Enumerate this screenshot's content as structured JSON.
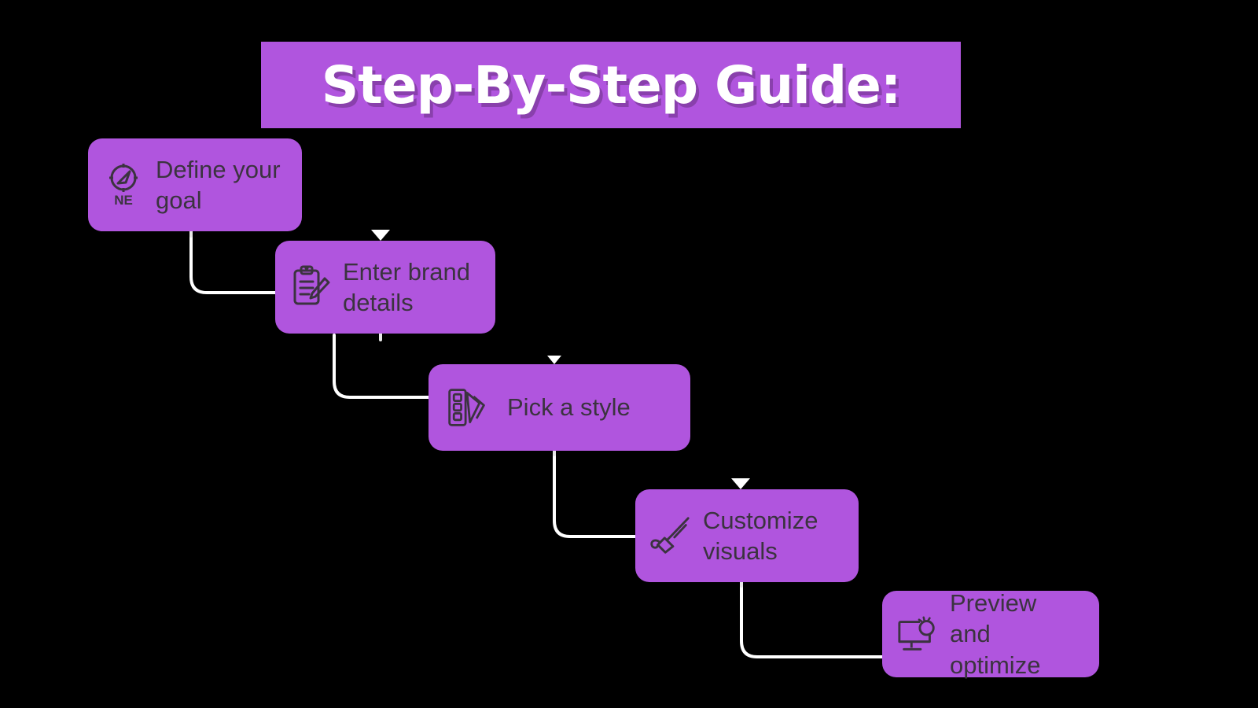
{
  "page": {
    "background_color": "#000000",
    "accent_color": "#b055de",
    "node_text_color": "#3b333f",
    "connector_color": "#ffffff"
  },
  "header": {
    "title": "Step-By-Step Guide:",
    "title_color": "#ffffff",
    "banner_color": "#b055de"
  },
  "flow": {
    "type": "stepped-flowchart",
    "direction": "down-right cascade",
    "steps": [
      {
        "index": 1,
        "label": "Define your\ngoal",
        "icon": "compass-icon",
        "icon_badge": "NE"
      },
      {
        "index": 2,
        "label": "Enter brand\ndetails",
        "icon": "clipboard-pencil-icon"
      },
      {
        "index": 3,
        "label": "Pick a style",
        "icon": "color-swatch-fan-icon"
      },
      {
        "index": 4,
        "label": "Customize\nvisuals",
        "icon": "paintbrush-icon"
      },
      {
        "index": 5,
        "label": "Preview and\noptimize",
        "icon": "monitor-optimize-icon"
      }
    ],
    "connectors": [
      {
        "from": 1,
        "to": 2
      },
      {
        "from": 2,
        "to": 3
      },
      {
        "from": 3,
        "to": 4
      },
      {
        "from": 4,
        "to": 5
      }
    ]
  }
}
